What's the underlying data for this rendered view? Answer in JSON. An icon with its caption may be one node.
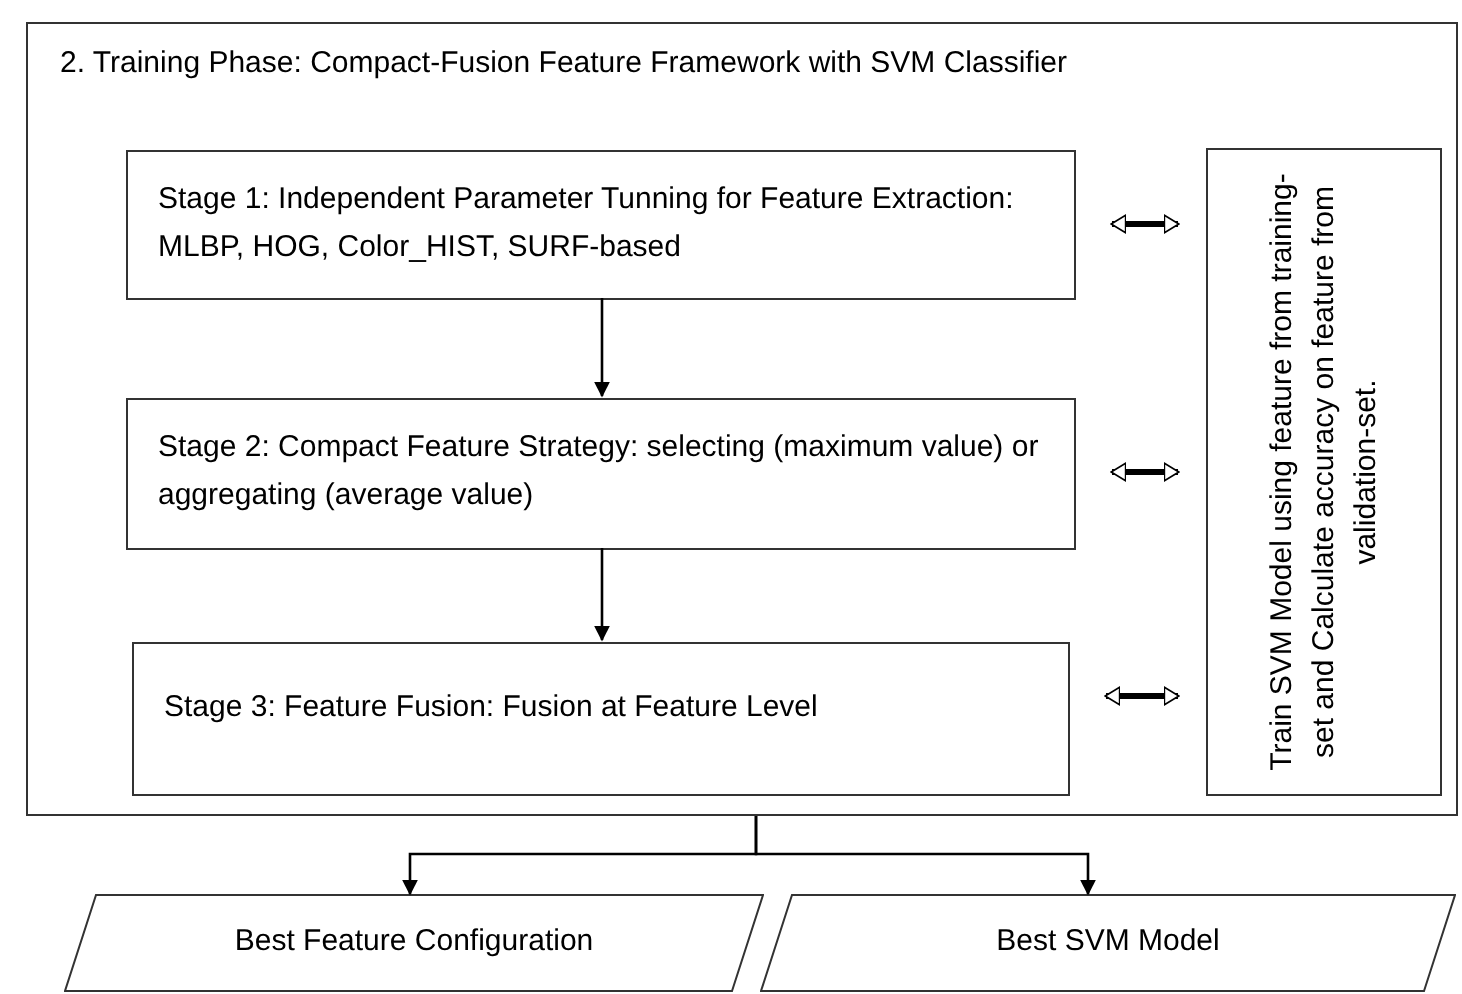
{
  "diagram": {
    "nodes": [
      {
        "text": [
          "2. Training Phase: Compact-Fusion Feature Framework with SVM Classifier"
        ]
      },
      {
        "text": [
          "Stage 1: Independent Parameter Tunning for Feature Extraction: MLBP, HOG, Color_HIST, SURF-based"
        ],
        "in": 0
      },
      {
        "text": [
          "Stage 2: Compact Feature Strategy: selecting (maximum value) or aggregating (average value)"
        ],
        "in": 0
      },
      {
        "text": [
          "Stage 3: Feature Fusion: Fusion at Feature Level"
        ],
        "in": 0
      },
      {
        "text": [
          "Train SVM Model using feature from training-set and Calculate accuracy on feature from validation-set."
        ],
        "in": 0
      },
      {
        "text": [
          "Best Feature Configuration"
        ]
      },
      {
        "text": [
          "Best SVM Model"
        ]
      }
    ],
    "edges": [
      {
        "from": 1,
        "to": 2,
        "arrow": "to"
      },
      {
        "from": 2,
        "to": 3,
        "arrow": "to"
      },
      {
        "from": 1,
        "to": 4,
        "arrow": "both",
        "style": "thick"
      },
      {
        "from": 2,
        "to": 4,
        "arrow": "both",
        "style": "thick"
      },
      {
        "from": 3,
        "to": 4,
        "arrow": "both",
        "style": "thick"
      },
      {
        "from": 0,
        "to": 5,
        "arrow": "to"
      },
      {
        "from": 0,
        "to": 6,
        "arrow": "to"
      }
    ]
  }
}
